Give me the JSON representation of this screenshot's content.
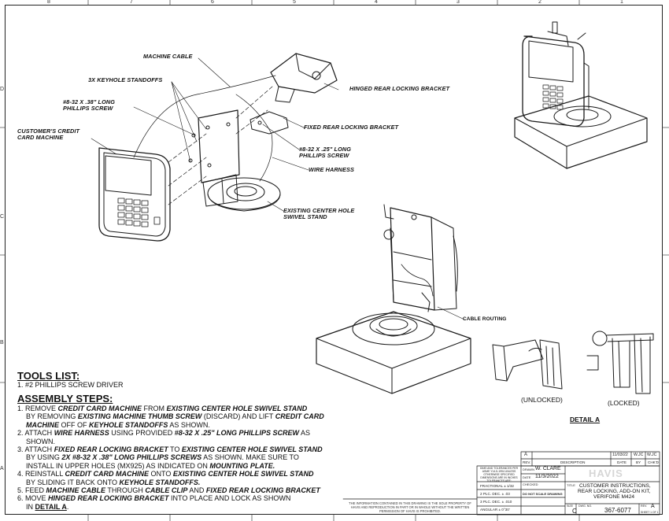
{
  "zones": {
    "top": [
      "8",
      "7",
      "6",
      "5",
      "4",
      "3",
      "2",
      "1"
    ],
    "side": [
      "D",
      "C",
      "B",
      "A"
    ]
  },
  "callouts": {
    "machine_cable": "MACHINE CABLE",
    "keyhole_standoffs": "3X KEYHOLE STANDOFFS",
    "screw_38": "#8-32 X .38\" LONG PHILLIPS SCREW",
    "card_machine": "CUSTOMER'S CREDIT CARD MACHINE",
    "hinged_bracket": "HINGED REAR LOCKING BRACKET",
    "fixed_bracket": "FIXED REAR LOCKING BRACKET",
    "screw_25": "#8-32 X .25\" LONG PHILLIPS SCREW",
    "wire_harness": "WIRE HARNESS",
    "swivel_stand": "EXISTING CENTER HOLE SWIVEL STAND",
    "cable_routing": "CABLE ROUTING"
  },
  "captions": {
    "unlocked": "(UNLOCKED)",
    "locked": "(LOCKED)",
    "detail": "DETAIL A"
  },
  "tools": {
    "heading": "TOOLS LIST:",
    "item1": "1. #2 PHILLIPS SCREW DRIVER"
  },
  "assembly": {
    "heading": "ASSEMBLY STEPS:",
    "s1a": "1. REMOVE ",
    "s1b": "CREDIT CARD MACHINE",
    "s1c": " FROM ",
    "s1d": "EXISTING CENTER HOLE SWIVEL STAND",
    "s1e": "BY REMOVING ",
    "s1f": "EXISTING MACHINE THUMB SCREW",
    "s1g": " (DISCARD) AND LIFT ",
    "s1h": "CREDIT CARD",
    "s1i": "MACHINE",
    "s1j": " OFF OF ",
    "s1k": "KEYHOLE STANDOFFS",
    "s1l": " AS SHOWN.",
    "s2a": "2. ATTACH ",
    "s2b": "WIRE HARNESS",
    "s2c": " USING PROVIDED ",
    "s2d": "#8-32 X .25\" LONG PHILLIPS SCREW",
    "s2e": " AS",
    "s2f": "SHOWN.",
    "s3a": "3. ATTACH ",
    "s3b": "FIXED REAR LOCKING BRACKET",
    "s3c": " TO ",
    "s3d": "EXISTING CENTER HOLE SWIVEL STAND",
    "s3e": "BY USING ",
    "s3f": "2X #8-32 X .38\" LONG PHILLIPS SCREWS",
    "s3g": " AS SHOWN. MAKE SURE TO",
    "s3h": "INSTALL IN UPPER HOLES (MX925) AS INDICATED ON ",
    "s3i": "MOUNTING PLATE.",
    "s4a": "4. REINSTALL ",
    "s4b": "CREDIT CARD MACHINE",
    "s4c": " ONTO ",
    "s4d": "EXISTING CENTER HOLE SWIVEL STAND",
    "s4e": "BY SLIDING IT BACK ONTO ",
    "s4f": "KEYHOLE STANDOFFS.",
    "s5a": "5. FEED ",
    "s5b": "MACHINE CABLE",
    "s5c": " THROUGH ",
    "s5d": "CABLE CLIP",
    "s5e": " AND ",
    "s5f": "FIXED REAR LOCKING BRACKET",
    "s6a": "6. MOVE ",
    "s6b": "HINGED REAR LOCKING BRACKET",
    "s6c": " INTO PLACE AND LOCK AS SHOWN",
    "s6d": "IN ",
    "s6e": "DETAIL A",
    "s6f": "."
  },
  "title_block": {
    "rev_letter": "A",
    "rev_date": "11/03/22",
    "rev_by": "W.JC",
    "rev_chkd": "W.JC",
    "hdr_rev": "REV.",
    "hdr_desc": "DESCRIPTION",
    "hdr_date": "DATE",
    "hdr_by": "BY",
    "hdr_chkd": "CHK'D",
    "dims_note": "DIMS AND TOLERANCES PER ASME Y14.5-1994 UNLESS OTHERWISE SPECIFIED DIMENSIONS ARE IN INCHES TOLERANCES ARE:",
    "drawn_label": "DRAWN",
    "drawn_value": "W. CLARE",
    "date_label": "DATE",
    "date_value": "11/3/2022",
    "checked_label": "CHECKED",
    "fractional": "FRACTIONAL ± 1/32",
    "plc2": "2 PLC. DEC.   ± .03",
    "plc3": "3 PLC. DEC.   ± .010",
    "angular": "ANGULAR   ± 0°30'",
    "no_scale": "DO NOT SCALE DRAWING",
    "logo": "HAVIS",
    "title_label": "TITLE",
    "title1": "CUSTOMER INSTRUCTIONS,",
    "title2": "REAR LOCKING, ADD-ON KIT,",
    "title3": "VERIFONE M424",
    "size_label": "SIZE",
    "size_value": "C",
    "dwg_label": "DWG. NO.",
    "dwg_value": "367-6077",
    "rev_label": "REV.",
    "rev_value": "A",
    "sheet": "SHEET 1 OF 1",
    "confidential": "THE INFORMATION CONTAINED IN THIS DRAWING IS THE SOLE PROPERTY OF HAVIS AND REPRODUCTION IN PART OR IN WHOLE WITHOUT THE WRITTEN PERMISSION OF HAVIS IS PROHIBITED."
  }
}
